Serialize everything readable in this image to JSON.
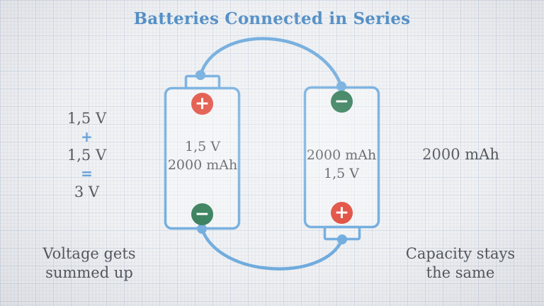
{
  "title": "Batteries Connected in Series",
  "equation": {
    "line1": "1,5 V",
    "operator_plus": "+",
    "line2": "1,5 V",
    "operator_equals": "=",
    "result": "3 V"
  },
  "batteries": {
    "left": {
      "line1": "1,5 V",
      "line2": "2000 mAh",
      "top_terminal": "+",
      "bottom_terminal": "−"
    },
    "right": {
      "line1": "2000 mAh",
      "line2": "1,5 V",
      "top_terminal": "−",
      "bottom_terminal": "+"
    }
  },
  "side_label_capacity": "2000 mAh",
  "captions": {
    "left_line1": "Voltage gets",
    "left_line2": "summed up",
    "right_line1": "Capacity stays",
    "right_line2": "the same"
  },
  "colors": {
    "background": "#f0f1f3",
    "title_blue": "#5590c6",
    "wire_blue": "#6fabdd",
    "operator_blue": "#64a0d8",
    "text_gray": "#54585d",
    "positive_red": "#e0493a",
    "negative_green": "#2f7a55"
  }
}
